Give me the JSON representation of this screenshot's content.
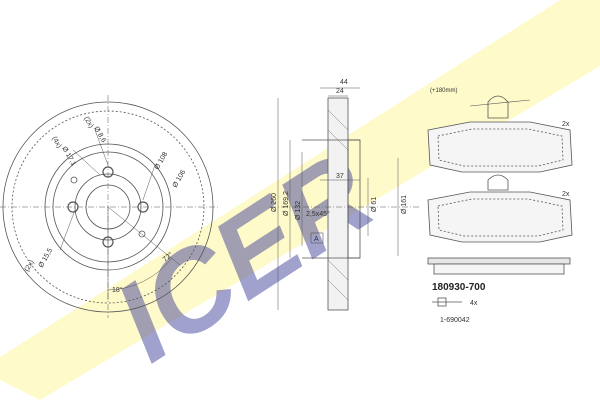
{
  "brand": {
    "logo_text": "ICER",
    "logo_color": "#2e3192",
    "band_color": "#fff9c4"
  },
  "product": {
    "kit_number": "180930-700",
    "sensor_part": "1-690042",
    "sensor_qty": "4x"
  },
  "pads": {
    "qty_top": "2x",
    "qty_bottom": "2x"
  },
  "disc_front": {
    "labels": {
      "bolt_qty": "(4x)",
      "bolt_dia": "Ø 17,1",
      "hub_qty": "(2x)",
      "hub_dia": "Ø 8,6",
      "stud_qty": "(2x)",
      "stud_dia": "Ø 15,5",
      "pcd": "Ø 108",
      "center": "Ø 106",
      "angle_a": "72°",
      "angle_b": "18°"
    }
  },
  "disc_section": {
    "labels": {
      "thickness_total": "44",
      "thickness": "24",
      "offset": "37",
      "dia_outer": "Ø 260",
      "dia_hat": "Ø 169,2",
      "dia_bore": "Ø 132",
      "chamfer": "2,5x45°",
      "dia_inner": "Ø 61",
      "dia_hub": "Ø 161",
      "marker": "A",
      "note": "(+180mm)"
    }
  }
}
